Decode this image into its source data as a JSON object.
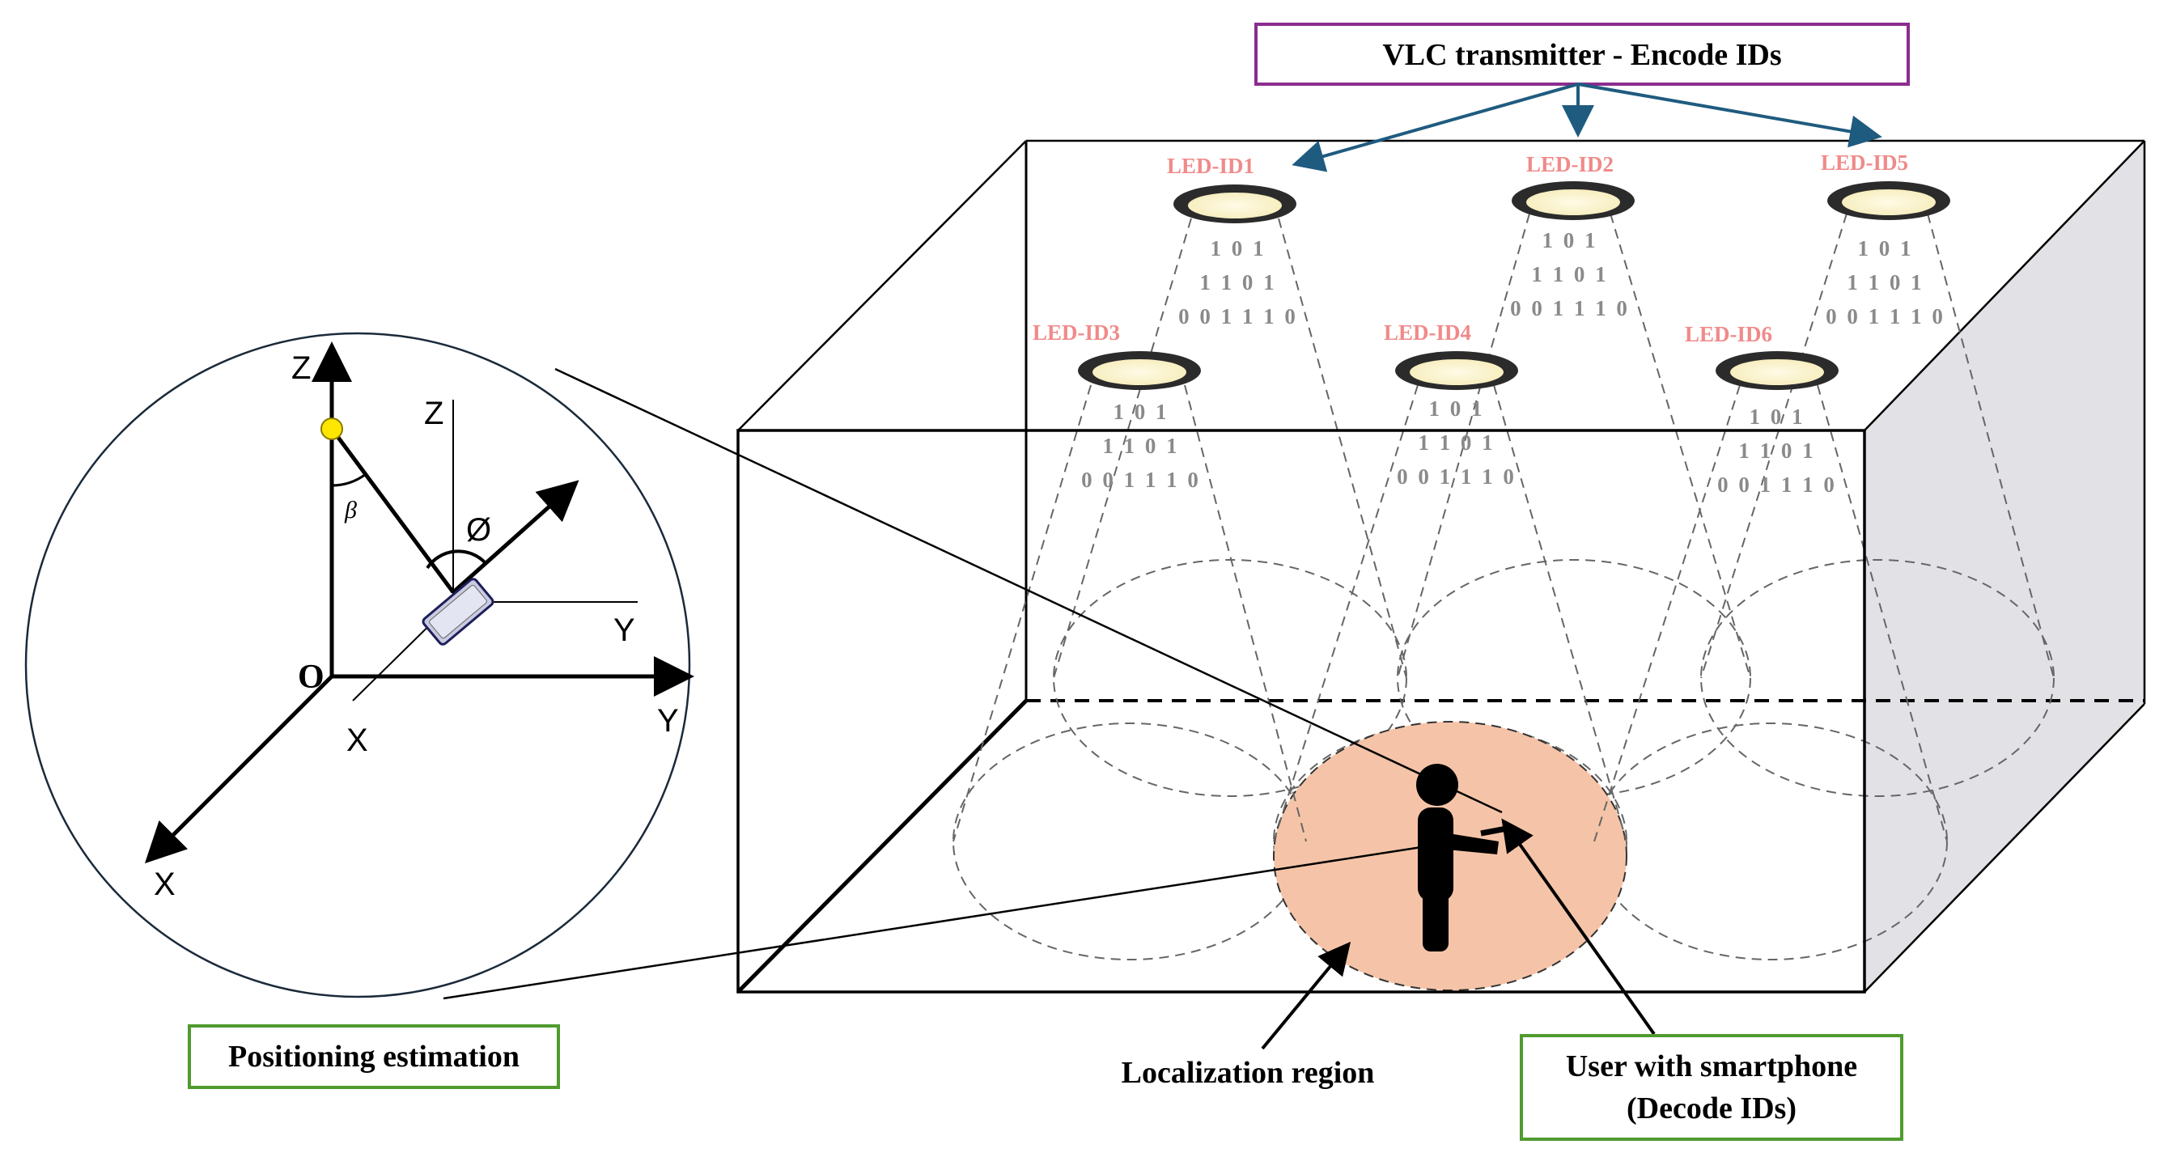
{
  "colors": {
    "led_label": "#f08a8a",
    "code_text": "#8a8a8a",
    "transmitter_border": "#8b2c8f",
    "green_border": "#4f9b2f",
    "arrow_blue": "#1f5b7f",
    "region_fill": "#f5c4a8",
    "room_side": "#e2e2e6"
  },
  "transmitter": {
    "label": "VLC transmitter - Encode IDs"
  },
  "leds": [
    {
      "id": "LED-ID1",
      "code": [
        "1 0 1",
        "1 1 0 1",
        "0 0 1  1 1 0"
      ]
    },
    {
      "id": "LED-ID2",
      "code": [
        "1 0 1",
        "1 1 0 1",
        "0 0 1  1 1 0"
      ]
    },
    {
      "id": "LED-ID5",
      "code": [
        "1 0 1",
        "1 1 0 1",
        "0 0 1  1 1 0"
      ]
    },
    {
      "id": "LED-ID3",
      "code": [
        "1 0 1",
        "1 1 0 1",
        "0 0 1  1 1 0"
      ]
    },
    {
      "id": "LED-ID4",
      "code": [
        "1 0 1",
        "1 1 0 1",
        "0 0 1  1 1 0"
      ]
    },
    {
      "id": "LED-ID6",
      "code": [
        "1 0 1",
        "1 1 0 1",
        "0 0 1  1 1 0"
      ]
    }
  ],
  "inset": {
    "origin": "O",
    "axes": {
      "z": "Z",
      "y": "Y",
      "x": "X"
    },
    "local_axes": {
      "z": "Z",
      "y": "Y",
      "x": "X"
    },
    "angle_beta": "β",
    "angle_phi": "Ø"
  },
  "labels": {
    "positioning": "Positioning estimation",
    "localization": "Localization region",
    "user_line1": "User with smartphone",
    "user_line2": "(Decode IDs)"
  }
}
